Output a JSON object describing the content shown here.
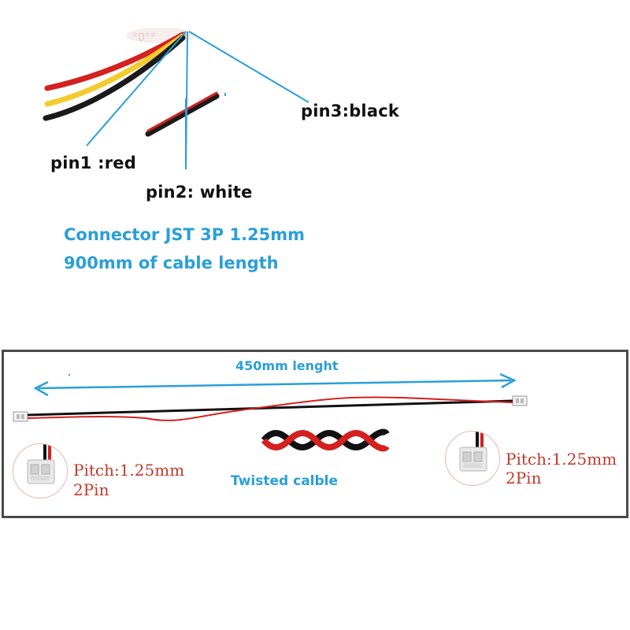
{
  "top_section": {
    "pins": [
      {
        "label": "pin1 :red"
      },
      {
        "label": "pin2: white"
      },
      {
        "label": "pin3:black"
      }
    ],
    "spec_lines": [
      "Connector JST 3P 1.25mm",
      "900mm of cable length"
    ]
  },
  "bottom_section": {
    "length_label": "450mm lenght",
    "twist_label": "Twisted calble",
    "connectors": [
      {
        "pitch": "Pitch:1.25mm",
        "pins": "2Pin"
      },
      {
        "pitch": "Pitch:1.25mm",
        "pins": "2Pin"
      }
    ]
  },
  "colors": {
    "annotation_blue": "#2a9fd8",
    "wire_red": "#d42020",
    "wire_black": "#111111",
    "wire_yellow": "#f2cc2e",
    "pitch_text": "#c0392b"
  }
}
